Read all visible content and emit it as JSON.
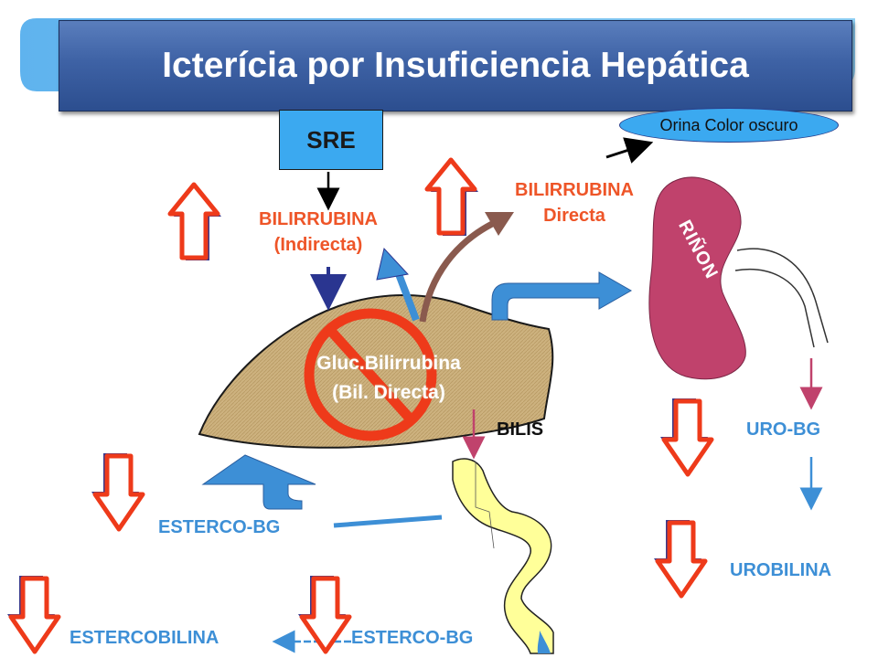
{
  "title": "Icterícia por Insuficiencia Hepática",
  "sre": "SRE",
  "orina": "Orina Color oscuro",
  "bilirrubina_indirecta": {
    "line1": "BILIRRUBINA",
    "line2": "(Indirecta)"
  },
  "bilirrubina_directa": {
    "line1": "BILIRRUBINA",
    "line2": "Directa"
  },
  "rinon": "RIÑON",
  "liver": {
    "line1": "Gluc.Bilirrubina",
    "line2": "(Bil. Directa)"
  },
  "bilis": "BILIS",
  "uro_bg": "URO-BG",
  "urobilina": "UROBILINA",
  "esterco_bg_upper": "ESTERCO-BG",
  "esterco_bg_lower": "ESTERCO-BG",
  "estercobilina": "ESTERCOBILINA",
  "colors": {
    "title_bg": "#3e62a5",
    "sre_bg": "#3ba9f0",
    "label_red": "#ee5528",
    "label_blue": "#3d8fd6",
    "liver": "#c8ad7a",
    "kidney": "#c0426c",
    "intestine": "#ffff99",
    "prohibition": "#ee3a1a"
  }
}
